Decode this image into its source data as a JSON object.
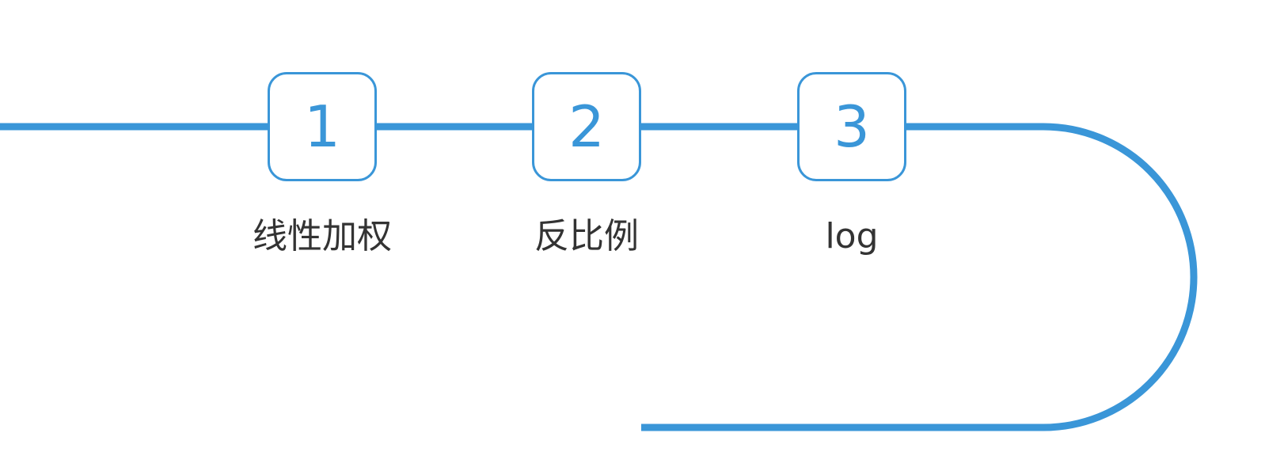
{
  "steps": [
    {
      "number": "1",
      "label": "线性加权"
    },
    {
      "number": "2",
      "label": "反比例"
    },
    {
      "number": "3",
      "label": "log"
    }
  ],
  "colors": {
    "accent": "#3a96d8",
    "label_text": "#333333",
    "background": "#ffffff"
  }
}
